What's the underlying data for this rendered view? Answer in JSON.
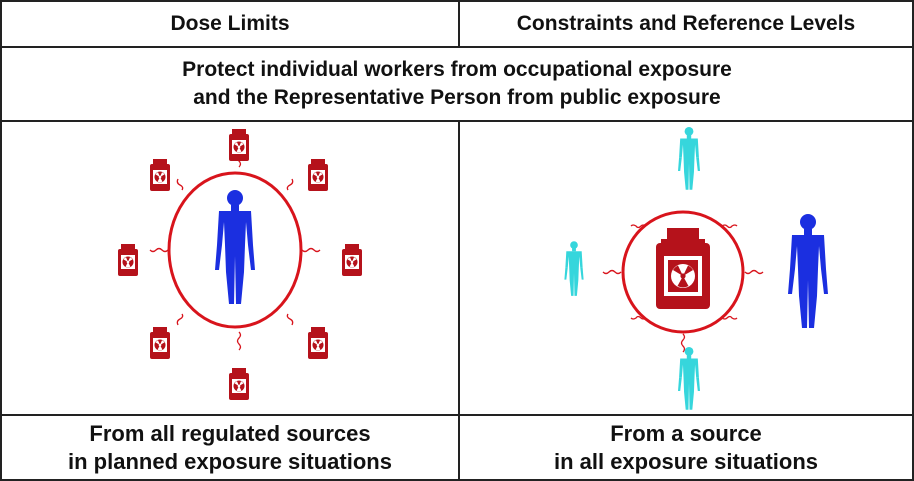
{
  "header": {
    "left_title": "Dose Limits",
    "right_title": "Constraints and Reference Levels"
  },
  "banner": {
    "line1": "Protect individual workers from occupational exposure",
    "line2": "and the Representative Person from public exposure"
  },
  "footer": {
    "left_line1": "From all regulated sources",
    "left_line2": "in planned exposure situations",
    "right_line1": "From a source",
    "right_line2": "in all exposure situations"
  },
  "colors": {
    "border": "#222222",
    "source_red": "#b5121b",
    "circle_red": "#d8141c",
    "person_blue": "#1b2fe0",
    "person_cyan": "#36d6dc"
  },
  "icons": {
    "source": "radioactive-bottle-icon",
    "person": "human-figure-icon"
  }
}
